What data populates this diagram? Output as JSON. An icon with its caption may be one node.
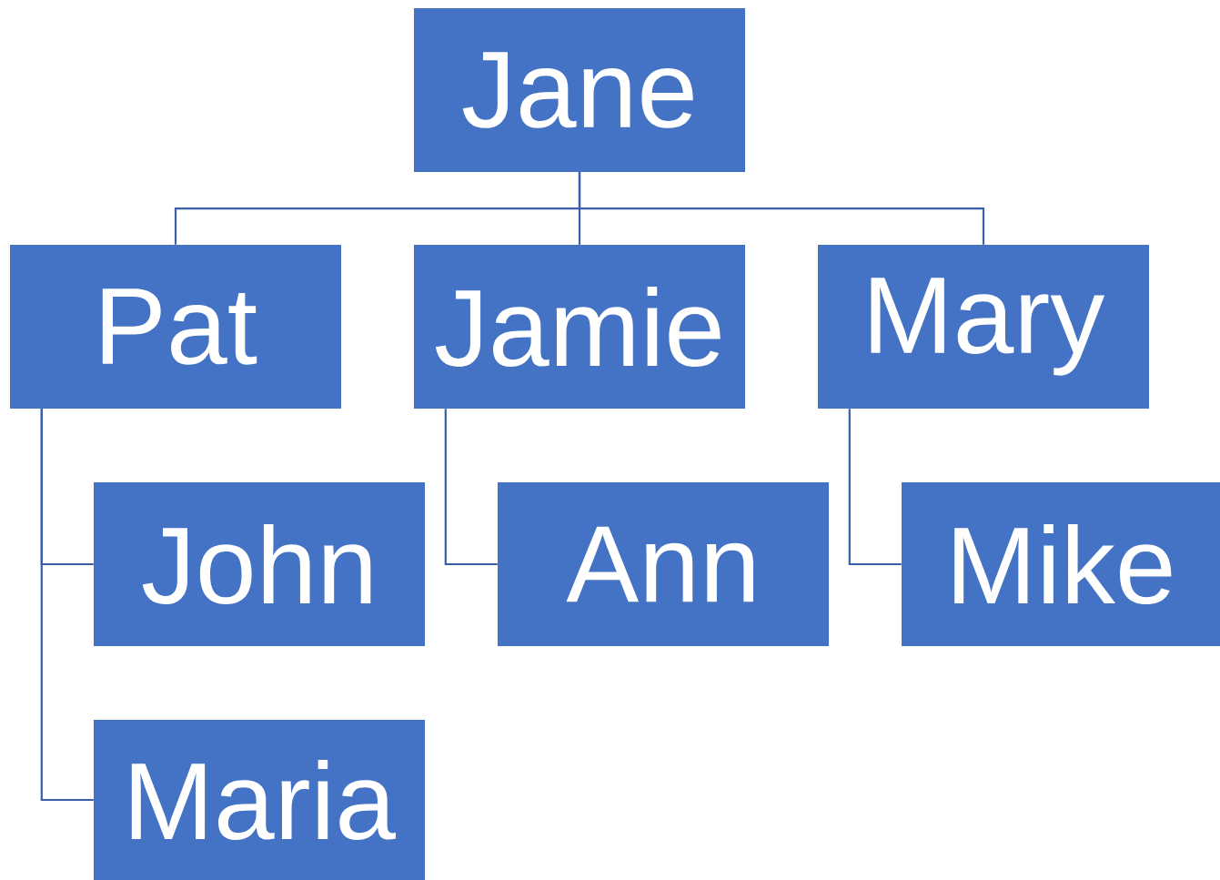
{
  "diagram": {
    "nodes": [
      {
        "text": [
          "Jane"
        ]
      },
      {
        "text": [
          "Pat"
        ]
      },
      {
        "text": [
          "Jamie"
        ]
      },
      {
        "text": [
          "Mary"
        ]
      },
      {
        "text": [
          "John"
        ]
      },
      {
        "text": [
          "Ann"
        ]
      },
      {
        "text": [
          "Mike"
        ]
      },
      {
        "text": [
          "Maria"
        ]
      }
    ],
    "edges": [
      {
        "from": 0,
        "to": 1,
        "arrow": "none"
      },
      {
        "from": 0,
        "to": 2,
        "arrow": "none"
      },
      {
        "from": 0,
        "to": 3,
        "arrow": "none"
      },
      {
        "from": 1,
        "to": 4,
        "arrow": "none"
      },
      {
        "from": 1,
        "to": 7,
        "arrow": "none"
      },
      {
        "from": 2,
        "to": 5,
        "arrow": "none"
      },
      {
        "from": 3,
        "to": 6,
        "arrow": "none"
      }
    ]
  }
}
